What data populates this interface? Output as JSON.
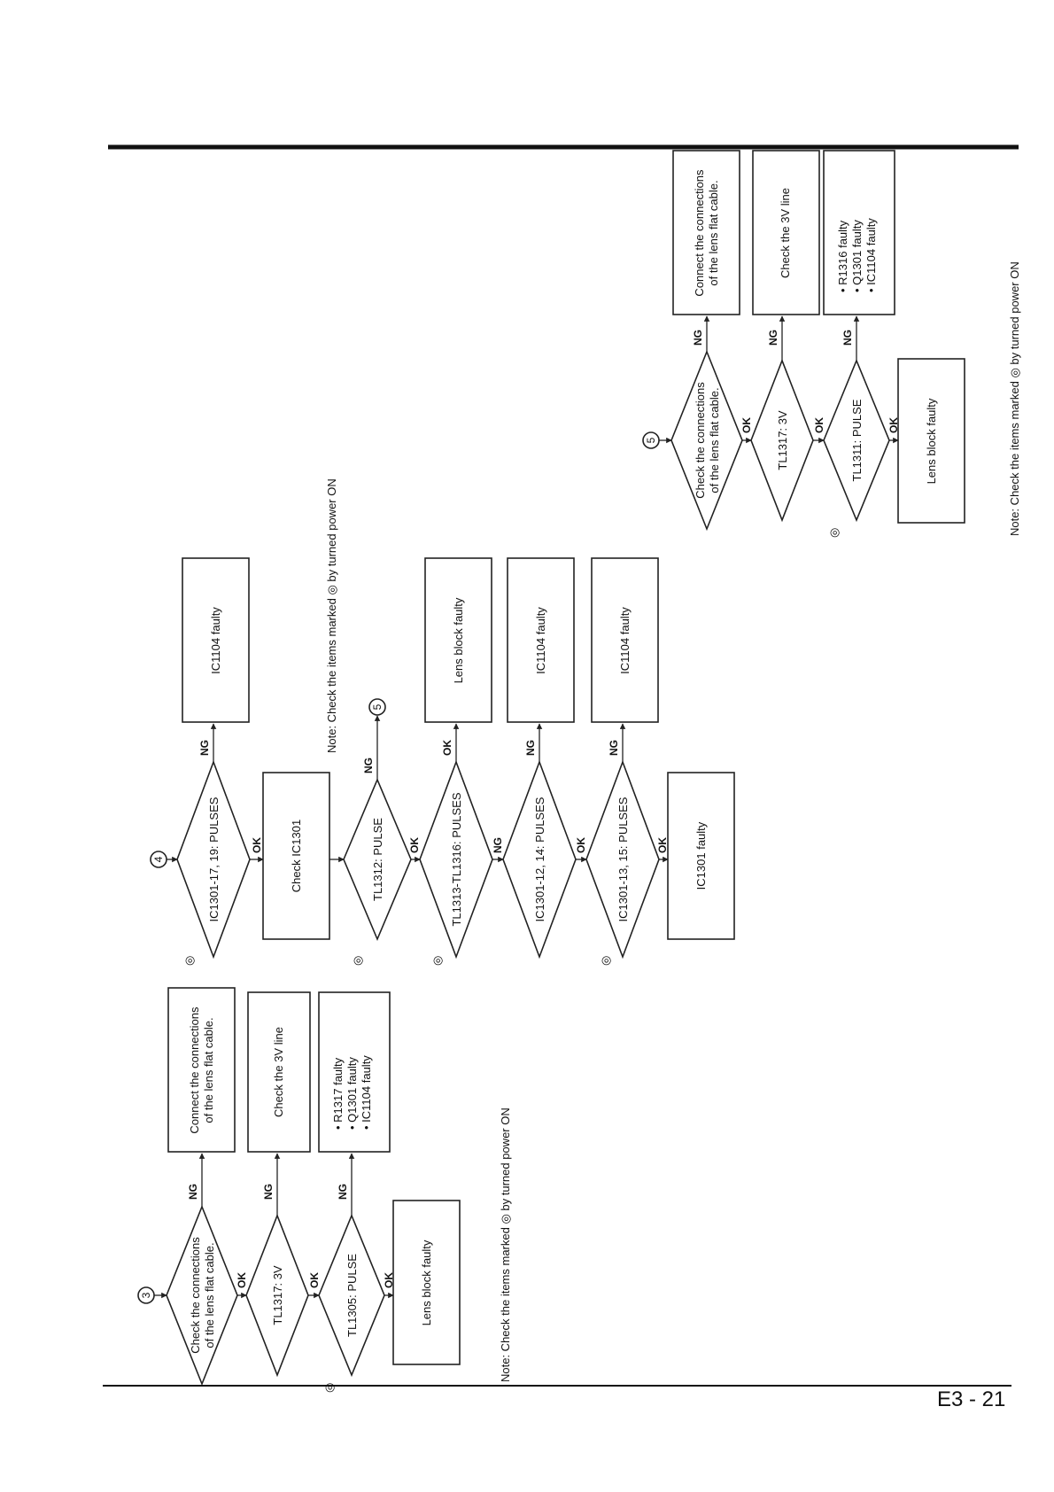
{
  "page": {
    "number": "E3 - 21"
  },
  "flow3": {
    "marker": "3",
    "d1": {
      "line1": "Check the connections",
      "line2": "of the lens flat cable."
    },
    "r1": {
      "line1": "Connect the connections",
      "line2": "of the lens flat cable."
    },
    "d2": "TL1317: 3V",
    "r2": "Check the 3V line",
    "d3": "TL1305: PULSE",
    "r3": [
      "• R1317 faulty",
      "• Q1301 faulty",
      "• IC1104 faulty"
    ],
    "end": "Lens block faulty",
    "note": "Note: Check the items marked ◎ by turned power ON"
  },
  "flow4": {
    "marker": "4",
    "d1": "IC1301-17, 19: PULSES",
    "r1": "IC1104 faulty",
    "box": "Check IC1301",
    "d2": "TL1312: PULSE",
    "jump": "5",
    "d3": "TL1313-TL1316: PULSES",
    "r3": "Lens block faulty",
    "d4": "IC1301-12, 14: PULSES",
    "r4": "IC1104 faulty",
    "d5": "IC1301-13, 15: PULSES",
    "r5": "IC1104 faulty",
    "end": "IC1301 faulty",
    "note": "Note: Check the items marked ◎ by turned power ON"
  },
  "flow5": {
    "marker": "5",
    "d1": {
      "line1": "Check the connections",
      "line2": "of the lens flat cable."
    },
    "r1": {
      "line1": "Connect the connections",
      "line2": "of the lens flat cable."
    },
    "d2": "TL1317: 3V",
    "r2": "Check the 3V line",
    "d3": "TL1311: PULSE",
    "r3": [
      "• R1316 faulty",
      "• Q1301 faulty",
      "• IC1104 faulty"
    ],
    "end": "Lens block faulty",
    "note": "Note: Check the items marked ◎ by turned power ON"
  },
  "labels": {
    "ok": "OK",
    "ng": "NG",
    "mark": "◎"
  }
}
